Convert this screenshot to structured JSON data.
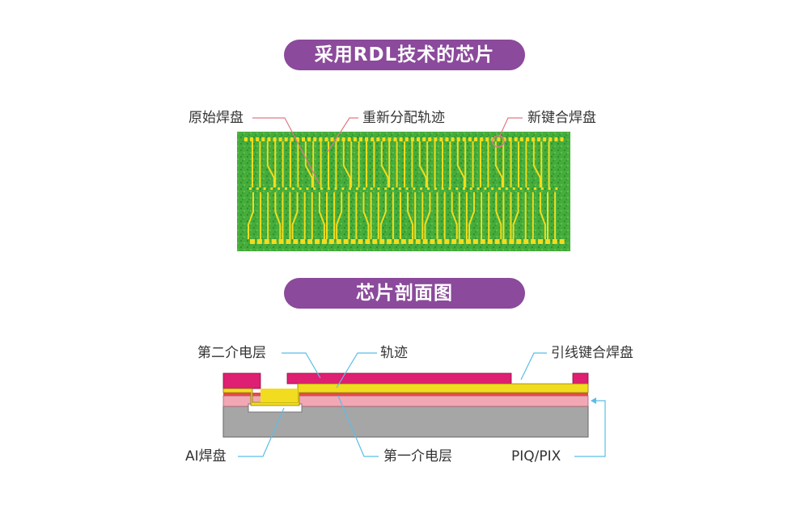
{
  "sections": {
    "top_title": "采用RDL技术的芯片",
    "bottom_title": "芯片剖面图"
  },
  "top_labels": {
    "original_pad": "原始焊盘",
    "redistribution_trace": "重新分配轨迹",
    "new_bond_pad": "新键合焊盘"
  },
  "bottom_labels": {
    "second_dielectric": "第二介电层",
    "trace": "轨迹",
    "bond_pad": "引线键合焊盘",
    "al_pad": "AI焊盘",
    "first_dielectric": "第一介电层",
    "piq_pix": "PIQ/PIX"
  },
  "colors": {
    "pill": "#8b4a9b",
    "chip_green": "#3fa83a",
    "trace_yellow": "#f2dc1f",
    "layer_magenta": "#de1f72",
    "layer_pink": "#f2a7b4",
    "layer_red": "#e64a4a",
    "substrate_gray": "#a6a6a6",
    "leader_red": "#e07a84",
    "leader_blue": "#5bbde6"
  }
}
